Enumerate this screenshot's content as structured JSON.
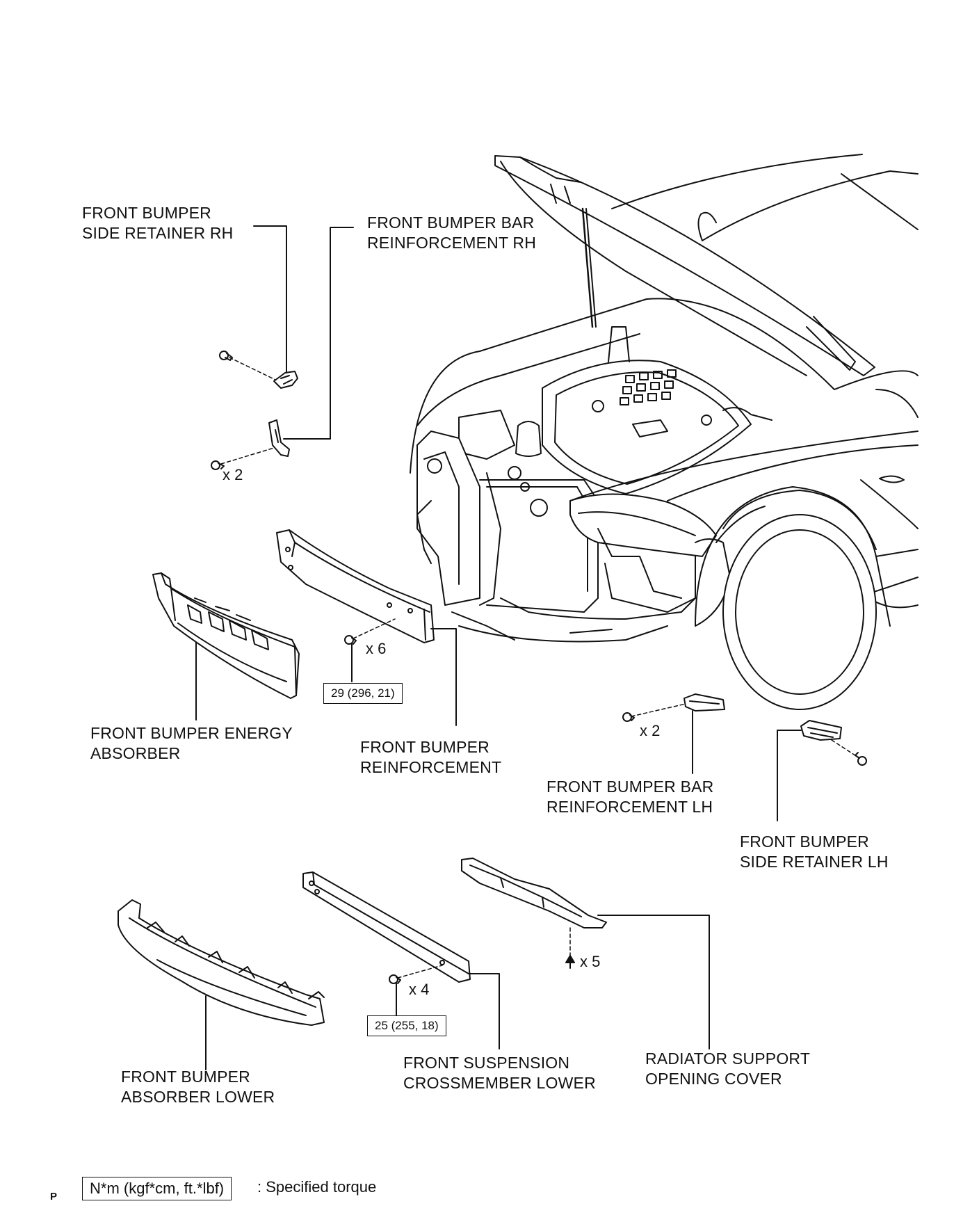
{
  "labels": {
    "side_retainer_rh": [
      "FRONT BUMPER",
      "SIDE RETAINER RH"
    ],
    "bar_reinf_rh": [
      "FRONT BUMPER BAR",
      "REINFORCEMENT RH"
    ],
    "energy_absorber": [
      "FRONT BUMPER ENERGY",
      "ABSORBER"
    ],
    "reinforcement": [
      "FRONT BUMPER",
      "REINFORCEMENT"
    ],
    "bar_reinf_lh": [
      "FRONT BUMPER BAR",
      "REINFORCEMENT LH"
    ],
    "side_retainer_lh": [
      "FRONT BUMPER",
      "SIDE RETAINER LH"
    ],
    "absorber_lower": [
      "FRONT BUMPER",
      "ABSORBER LOWER"
    ],
    "crossmember_lower": [
      "FRONT SUSPENSION",
      "CROSSMEMBER LOWER"
    ],
    "radiator_cover": [
      "RADIATOR SUPPORT",
      "OPENING COVER"
    ]
  },
  "quantities": {
    "rh_bar_bolts": "x 2",
    "reinforcement_bolts": "x 6",
    "lh_bar_bolts": "x 2",
    "crossmember_bolts": "x 4",
    "radiator_clips": "x 5"
  },
  "torques": {
    "reinforcement": "29 (296, 21)",
    "crossmember": "25 (255, 18)"
  },
  "legend": {
    "box": "N*m (kgf*cm, ft.*lbf)",
    "text": ": Specified torque"
  },
  "corner_mark": "P"
}
